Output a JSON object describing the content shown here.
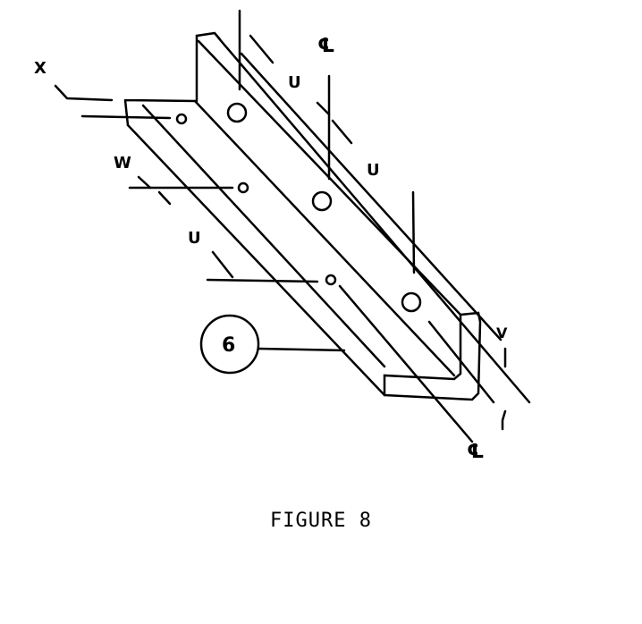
{
  "figure": {
    "caption": "FIGURE 8",
    "labels": {
      "x": "X",
      "w": "W",
      "u_top": "U",
      "u_mid": "U",
      "u_left": "U",
      "v": "V",
      "centerline_top": "℄",
      "centerline_bottom": "℄",
      "part_number": "6"
    }
  }
}
